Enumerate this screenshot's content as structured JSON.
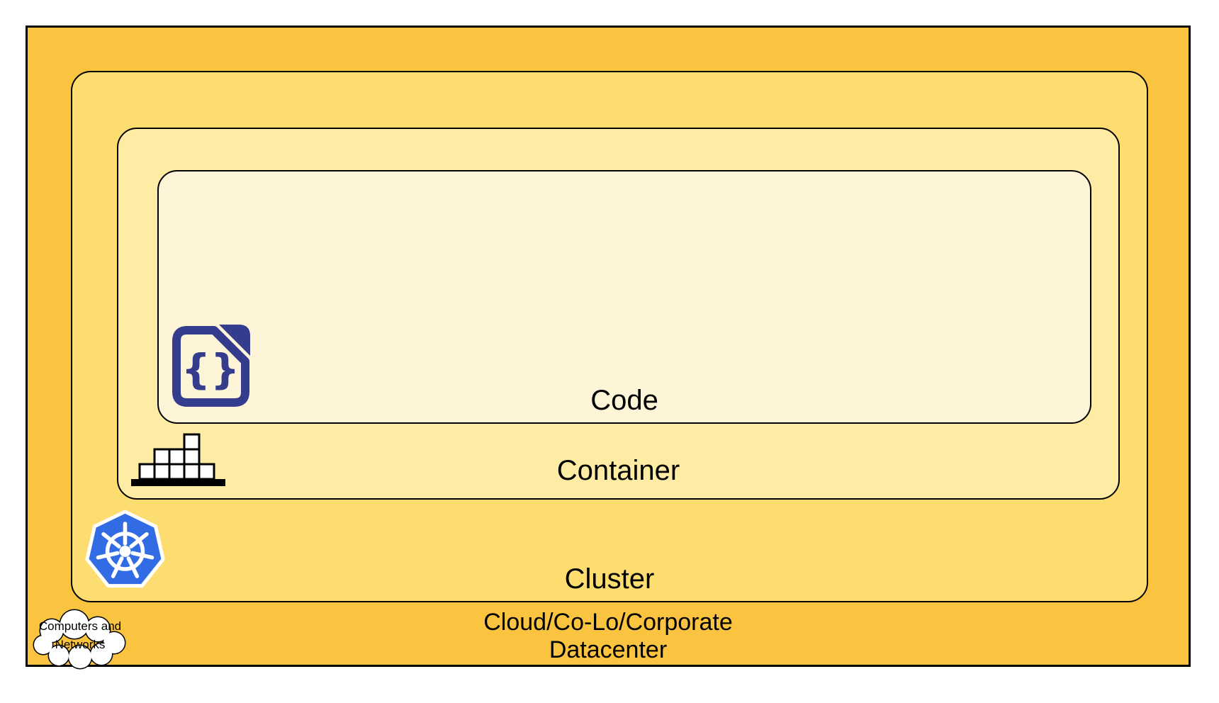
{
  "layers": {
    "code": {
      "label": "Code",
      "fill": "#FEF4D8"
    },
    "container": {
      "label": "Container",
      "fill": "#FEEBA4"
    },
    "cluster": {
      "label": "Cluster",
      "fill": "#FEDD70"
    },
    "datacenter": {
      "label_line1": "Cloud/Co-Lo/Corporate",
      "label_line2": "Datacenter",
      "fill": "#FBC440"
    }
  },
  "cloud_callout": {
    "line1": "Computers and",
    "line2": "Networks"
  },
  "icons": {
    "code": "code-file-icon",
    "container": "container-blocks-icon",
    "cluster": "kubernetes-icon",
    "datacenter": "computers-networks-cloud-icon"
  },
  "colors": {
    "outline_black": "#000000",
    "code_icon_navy": "#333C8D",
    "kubernetes_blue": "#326CE5",
    "icon_white": "#FFFFFF"
  }
}
